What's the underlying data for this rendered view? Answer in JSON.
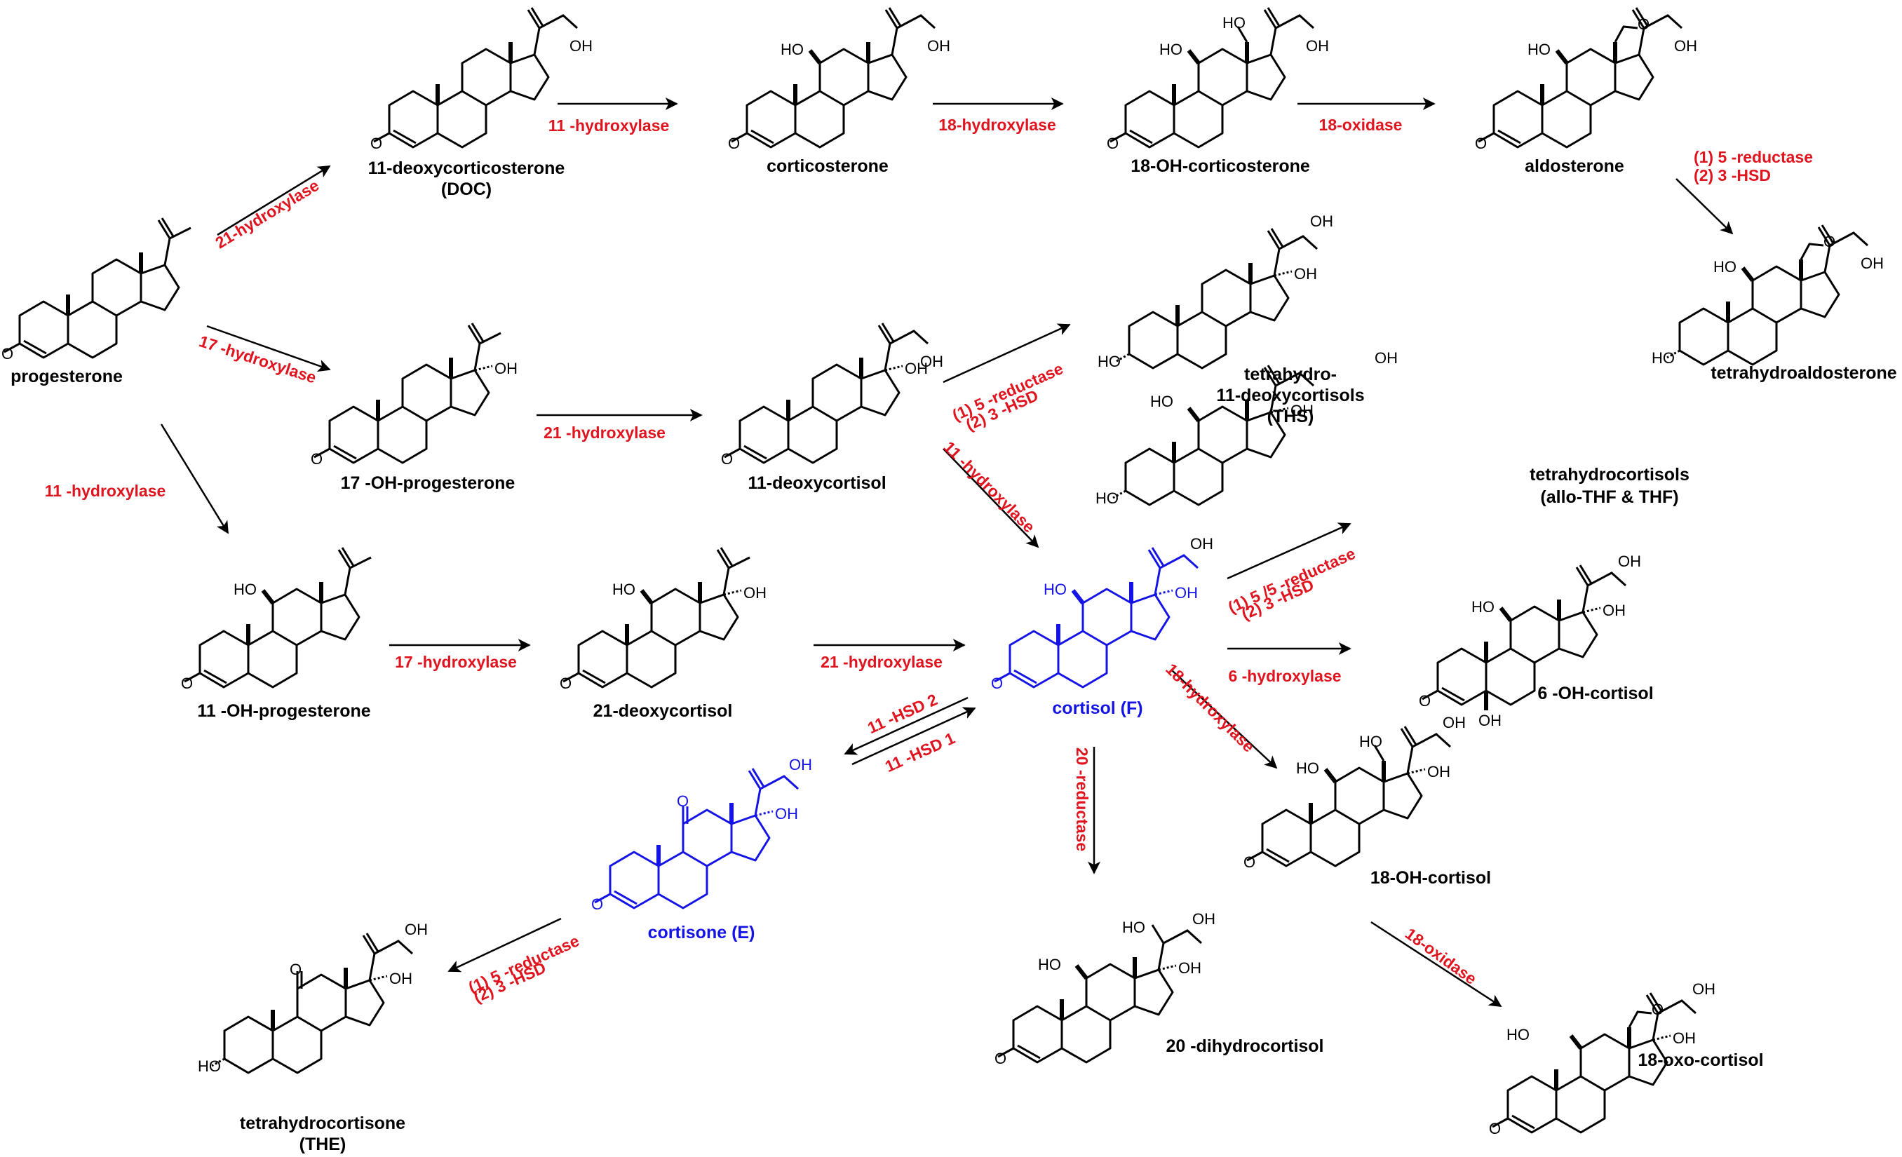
{
  "compounds": {
    "progesterone": "progesterone",
    "doc_line1": "11-deoxycorticosterone",
    "doc_line2": "(DOC)",
    "corticosterone": "corticosterone",
    "oh18_corticosterone": "18-OH-corticosterone",
    "aldosterone": "aldosterone",
    "tetrahydroaldosterone": "tetrahydroaldosterone",
    "oh17_progesterone": "17  -OH-progesterone",
    "deoxycortisol11": "11-deoxycortisol",
    "ths_line1": "tetrahydro-",
    "ths_line2": "11-deoxycortisols",
    "ths_line3": "(THS)",
    "thf_line1": "tetrahydrocortisols",
    "thf_line2": "(allo-THF & THF)",
    "oh11_progesterone": "11  -OH-progesterone",
    "deoxycortisol21": "21-deoxycortisol",
    "cortisol": "cortisol (F)",
    "oh6_cortisol": "6  -OH-cortisol",
    "cortisone": "cortisone (E)",
    "oh18_cortisol": "18-OH-cortisol",
    "the_line1": "tetrahydrocortisone",
    "the_line2": "(THE)",
    "dihydrocortisol20": "20  -dihydrocortisol",
    "oxo18_cortisol": "18-oxo-cortisol"
  },
  "enzymes": {
    "e21_hydroxylase_a": "21-hydroxylase",
    "e11b_hydroxylase_a": "11  -hydroxylase",
    "e18_hydroxylase_a": "18-hydroxylase",
    "e18_oxidase_a": "18-oxidase",
    "e5a_3a_a_1": "(1) 5  -reductase",
    "e5a_3a_a_2": "(2) 3  -HSD",
    "e17_hydroxylase_a": "17  -hydroxylase",
    "e21_hydroxylase_b": "21  -hydroxylase",
    "e5a_3a_b_1": "(1) 5  -reductase",
    "e5a_3a_b_2": "(2) 3  -HSD",
    "e11b_hydroxylase_b": "11  -hydroxylase",
    "e11b_hydroxylase_c": "11  -hydroxylase",
    "e5ab_3a_1": "(1) 5  /5  -reductase",
    "e5ab_3a_2": "(2) 3  -HSD",
    "e17_hydroxylase_b": "17  -hydroxylase",
    "e21_hydroxylase_c": "21  -hydroxylase",
    "e6b_hydroxylase": "6  -hydroxylase",
    "e11bhsd2": "11  -HSD 2",
    "e11bhsd1": "11  -HSD 1",
    "e18_hydroxylase_b": "18-hydroxylase",
    "e20_reductase": "20  -reductase",
    "e18_oxidase_b": "18-oxidase",
    "e5a_3a_c_1": "(1) 5  -reductase",
    "e5a_3a_c_2": "(2) 3  -HSD"
  },
  "atoms": {
    "oh": "OH",
    "ho": "HO",
    "o": "O"
  },
  "colors": {
    "black": "#000000",
    "enzyme_red": "#e0141e",
    "highlight_blue": "#1414e6"
  }
}
